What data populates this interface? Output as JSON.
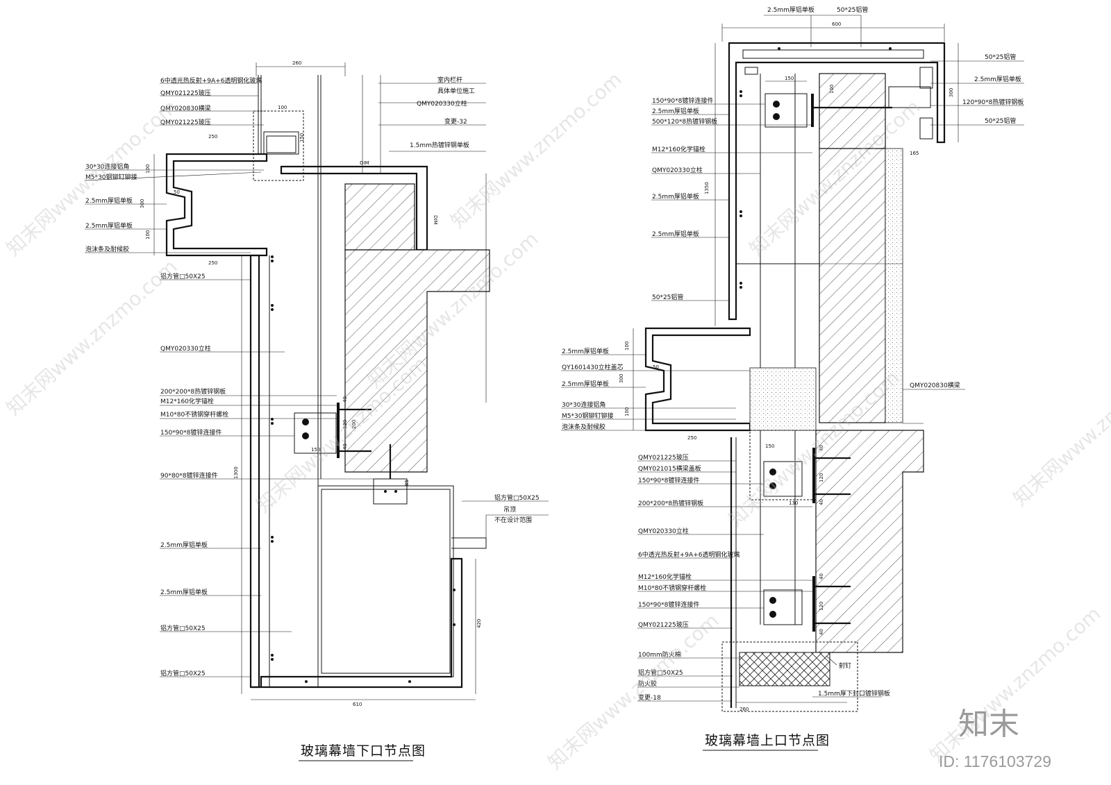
{
  "left": {
    "title": "玻璃幕墙下口节点图",
    "labels": [
      "6中透光热反射+9A+6透明钢化玻璃",
      "QMY021225玻压",
      "QMY020830横梁",
      "QMY021225玻压",
      "30*30连接铝角",
      "M5*30钢铆钉铆接",
      "2.5mm厚铝单板",
      "2.5mm厚铝单板",
      "泡沫条及耐候胶",
      "铝方管□50X25",
      "QMY020330立柱",
      "200*200*8热镀锌钢板",
      "M12*160化学锚栓",
      "M10*80不锈钢穿杆螺栓",
      "150*90*8镀锌连接件",
      "90*80*8镀锌连接件",
      "2.5mm厚铝单板",
      "2.5mm厚铝单板",
      "铝方管□50X25",
      "铝方管□50X25"
    ],
    "right_labels": [
      "室内栏杆",
      "具体单位施工",
      "QMY020330立柱",
      "变更-32",
      "1.5mm热镀锌钢单板",
      "铝方管□50X25",
      "吊顶",
      "不在设计范围"
    ],
    "dims": [
      "260",
      "100",
      "250",
      "DIM",
      "100",
      "50",
      "300",
      "100",
      "250",
      "150",
      "40",
      "120",
      "200",
      "40",
      "85",
      "1300",
      "420",
      "610",
      "DIM",
      "150"
    ]
  },
  "right": {
    "title": "玻璃幕墙上口节点图",
    "top_labels": [
      "2.5mm厚铝单板",
      "50*25铝管"
    ],
    "right_labels": [
      "50*25铝管",
      "2.5mm厚铝单板",
      "120*90*8热镀锌钢板",
      "50*25铝管",
      "QMY020830横梁"
    ],
    "labels": [
      "150*90*8镀锌连接件",
      "2.5mm厚铝单板",
      "500*120*8热镀锌钢板",
      "M12*160化学锚栓",
      "QMY020330立柱",
      "2.5mm厚铝单板",
      "2.5mm厚铝单板",
      "50*25铝管",
      "2.5mm厚铝单板",
      "QY1601430立柱盖芯",
      "2.5mm厚铝单板",
      "30*30连接铝角",
      "M5*30钢铆钉铆接",
      "泡沫条及耐候胶",
      "QMY021225玻压",
      "QMY021015横梁盖板",
      "150*90*8镀锌连接件",
      "200*200*8热镀锌钢板",
      "QMY020330立柱",
      "6中透光热反射+9A+6透明钢化玻璃",
      "M12*160化学锚栓",
      "M10*80不锈钢穿杆螺栓",
      "150*90*8镀锌连接件",
      "QMY021225玻压",
      "100mm防火棉",
      "铝方管□50X25",
      "防火胶",
      "变更-18"
    ],
    "bottom_labels": [
      "射钉",
      "1.5mm厚下封口镀锌钢板"
    ],
    "dims": [
      "600",
      "300",
      "150",
      "100",
      "1350",
      "165",
      "100",
      "50",
      "300",
      "100",
      "250",
      "150",
      "40",
      "120",
      "40",
      "40",
      "120",
      "40",
      "130",
      "260"
    ]
  },
  "watermark": {
    "text": "知末网www.znzmo.com",
    "brand": "知末",
    "id": "ID: 1176103729"
  }
}
